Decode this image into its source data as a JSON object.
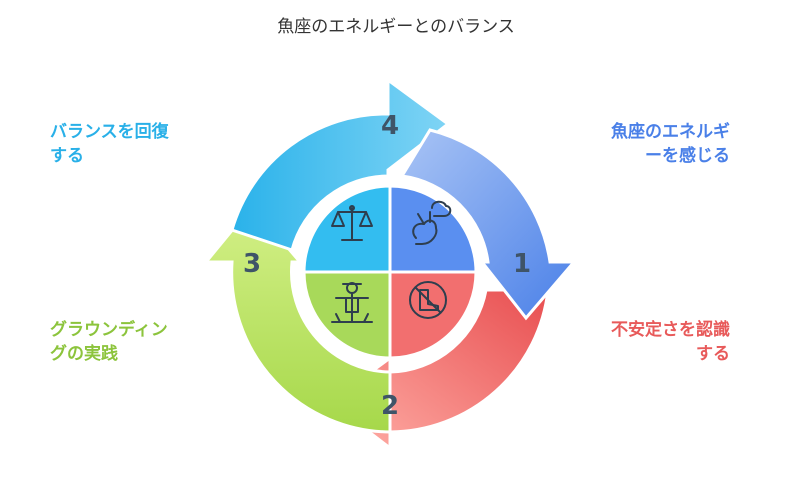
{
  "title": "魚座のエネルギーとのバランス",
  "steps": [
    {
      "number": "1",
      "label_lines": [
        "魚座のエネルギ",
        "ーを感じる"
      ],
      "color": "#4a80e8",
      "icon": "rabbit-cloud-icon"
    },
    {
      "number": "2",
      "label_lines": [
        "不安定さを認識",
        "する"
      ],
      "color": "#e85a5a",
      "icon": "no-boots-icon"
    },
    {
      "number": "3",
      "label_lines": [
        "グラウンディン",
        "グの実践"
      ],
      "color": "#8cc43c",
      "icon": "scarecrow-icon"
    },
    {
      "number": "4",
      "label_lines": [
        "バランスを回復",
        "する"
      ],
      "color": "#29b0e8",
      "icon": "balance-scale-icon"
    }
  ]
}
